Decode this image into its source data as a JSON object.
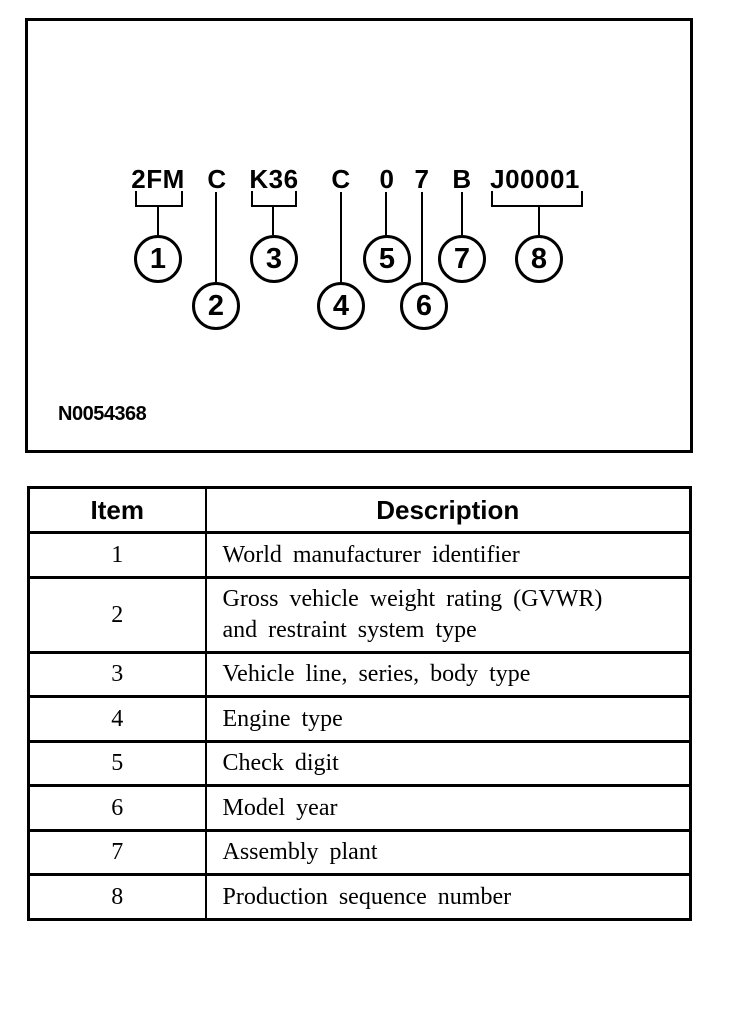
{
  "colors": {
    "ink": "#000000",
    "paper": "#ffffff"
  },
  "figure": {
    "figure_id": "N0054368",
    "vin_segments": [
      {
        "item": "1",
        "text": "2FM"
      },
      {
        "item": "2",
        "text": "C"
      },
      {
        "item": "3",
        "text": "K36"
      },
      {
        "item": "4",
        "text": "C"
      },
      {
        "item": "5",
        "text": "0"
      },
      {
        "item": "6",
        "text": "7"
      },
      {
        "item": "7",
        "text": "B"
      },
      {
        "item": "8",
        "text": "J00001"
      }
    ],
    "callouts": [
      "1",
      "2",
      "3",
      "4",
      "5",
      "6",
      "7",
      "8"
    ]
  },
  "table": {
    "headers": {
      "item": "Item",
      "description": "Description"
    },
    "rows": [
      {
        "item": "1",
        "description": "World manufacturer identifier"
      },
      {
        "item": "2",
        "description": "Gross vehicle weight rating (GVWR)\nand restraint system type"
      },
      {
        "item": "3",
        "description": "Vehicle line, series, body type"
      },
      {
        "item": "4",
        "description": "Engine type"
      },
      {
        "item": "5",
        "description": "Check digit"
      },
      {
        "item": "6",
        "description": "Model year"
      },
      {
        "item": "7",
        "description": "Assembly plant"
      },
      {
        "item": "8",
        "description": "Production sequence number"
      }
    ]
  }
}
